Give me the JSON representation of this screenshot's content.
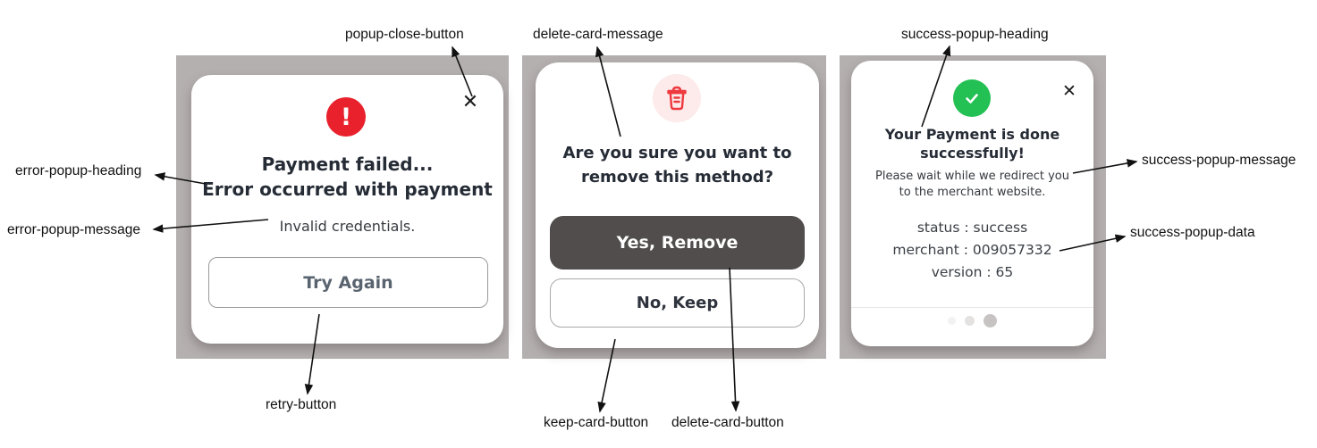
{
  "annotations": {
    "popup_close_button": "popup-close-button",
    "delete_card_message": "delete-card-message",
    "success_popup_heading": "success-popup-heading",
    "error_popup_heading": "error-popup-heading",
    "error_popup_message": "error-popup-message",
    "success_popup_message": "success-popup-message",
    "success_popup_data": "success-popup-data",
    "retry_button": "retry-button",
    "keep_card_button": "keep-card-button",
    "delete_card_button": "delete-card-button"
  },
  "error_popup": {
    "icon": "exclamation-icon",
    "icon_glyph": "!",
    "close_label": "✕",
    "heading_line1": "Payment failed...",
    "heading_line2": "Error occurred with payment",
    "message": "Invalid credentials.",
    "retry_label": "Try Again"
  },
  "delete_popup": {
    "icon": "trash-icon",
    "heading_line1": "Are you sure you want to",
    "heading_line2": "remove this method?",
    "confirm_label": "Yes, Remove",
    "cancel_label": "No, Keep"
  },
  "success_popup": {
    "icon": "check-icon",
    "close_label": "✕",
    "heading_line1": "Your Payment is done",
    "heading_line2": "successfully!",
    "message_line1": "Please wait while we redirect you",
    "message_line2": "to the merchant website.",
    "data_lines": [
      "status : success",
      "merchant : 009057332",
      "version : 65"
    ],
    "pagination_dots": 3
  },
  "colors": {
    "backdrop_gray": "#b5b0b0",
    "error_red": "#e8212c",
    "trash_red": "#ee393e",
    "trash_pink_bg": "#fdeaea",
    "success_green": "#23c053",
    "dark_button": "#504d4c"
  }
}
